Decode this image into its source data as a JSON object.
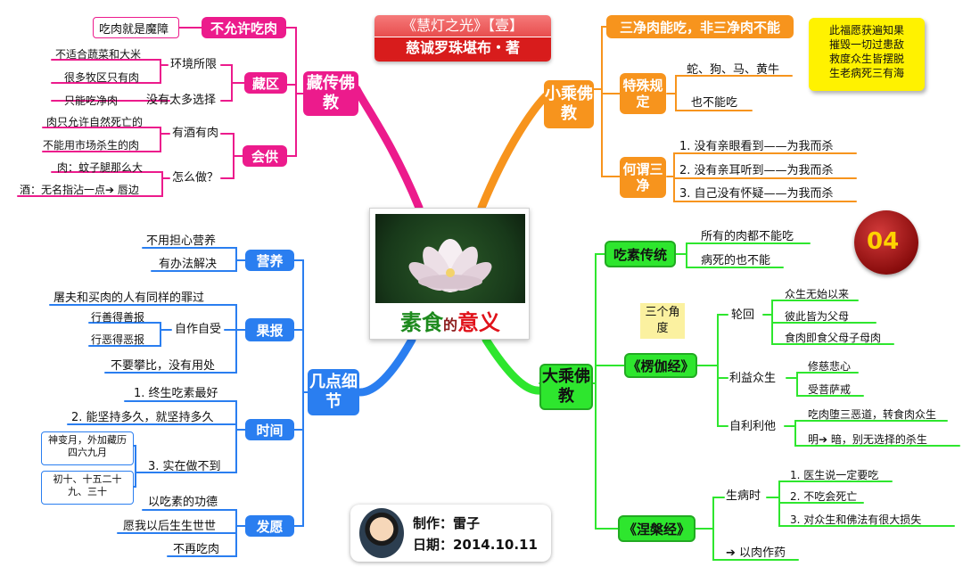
{
  "title": {
    "line1": "《慧灯之光》【壹】",
    "line2": "慈诚罗珠堪布・著"
  },
  "center": {
    "char1": "素",
    "char2": "食",
    "char3": "的",
    "char4": "意",
    "char5": "义"
  },
  "sticky_note": [
    "此福愿获遍知果",
    "摧毁一切过患敌",
    "救度众生皆摆脱",
    "生老病死三有海"
  ],
  "seal": "04",
  "author": {
    "maker": "制作：雷子",
    "date": "日期：2014.10.11"
  },
  "tibetan": {
    "label": "藏传佛教",
    "not_allowed": {
      "label": "不允许吃肉",
      "items": [
        "吃肉就是魔障"
      ]
    },
    "tibet": {
      "label": "藏区",
      "env": {
        "label": "环境所限",
        "items": [
          "不适合蔬菜和大米",
          "很多牧区只有肉"
        ]
      },
      "no_choice": {
        "label": "没有太多选择",
        "items": [
          "只能吃净肉"
        ]
      }
    },
    "offering": {
      "label": "会供",
      "meat_wine": {
        "label": "有酒有肉",
        "items": [
          "肉只允许自然死亡的",
          "不能用市场杀生的肉"
        ]
      },
      "how": {
        "label": "怎么做？",
        "items": [
          "肉：蚊子腿那么大",
          "酒：无名指沾一点➔ 唇边"
        ]
      }
    }
  },
  "hinayana": {
    "label": "小乘佛教",
    "three_pure": "三净肉能吃，非三净肉不能",
    "special": {
      "label": "特殊规定",
      "items": [
        "蛇、狗、马、黄牛",
        "也不能吃"
      ]
    },
    "what_pure": {
      "label": "何谓三净",
      "items": [
        "1. 没有亲眼看到——为我而杀",
        "2. 没有亲耳听到——为我而杀",
        "3. 自己没有怀疑——为我而杀"
      ]
    }
  },
  "mahayana": {
    "label": "大乘佛教",
    "tradition": {
      "label": "吃素传统",
      "items": [
        "所有的肉都不能吃",
        "病死的也不能"
      ]
    },
    "angle_note": "三个角度",
    "lankavatara": {
      "label": "《楞伽经》",
      "rebirth": {
        "label": "轮回",
        "items": [
          "众生无始以来",
          "彼此皆为父母",
          "食肉即食父母子母肉"
        ]
      },
      "benefit": {
        "label": "利益众生",
        "items": [
          "修慈悲心",
          "受菩萨戒"
        ]
      },
      "self_other": {
        "label": "自利利他",
        "items": [
          "吃肉堕三恶道，转食肉众生",
          "明➔ 暗，别无选择的杀生"
        ]
      }
    },
    "nirvana": {
      "label": "《涅槃经》",
      "sick": {
        "label": "生病时",
        "items": [
          "1. 医生说一定要吃",
          "2. 不吃会死亡",
          "3. 对众生和佛法有很大损失"
        ]
      },
      "medicine": "➔ 以肉作药"
    }
  },
  "details": {
    "label": "几点细节",
    "nutrition": {
      "label": "营养",
      "items": [
        "不用担心营养",
        "有办法解决"
      ]
    },
    "karma": {
      "label": "果报",
      "items": [
        "屠夫和买肉的人有同样的罪过",
        "不要攀比，没有用处"
      ],
      "self": {
        "label": "自作自受",
        "items": [
          "行善得善报",
          "行恶得恶报"
        ]
      }
    },
    "time": {
      "label": "时间",
      "items": [
        "1. 终生吃素最好",
        "2. 能坚持多久，就坚持多久",
        "3. 实在做不到"
      ],
      "notes": [
        "神变月，外加藏历四六九月",
        "初十、十五二十九、三十"
      ]
    },
    "vow": {
      "label": "发愿",
      "items": [
        "以吃素的功德",
        "愿我以后生生世世",
        "不再吃肉"
      ]
    }
  },
  "colors": {
    "pink": "#ec1b8c",
    "orange": "#f7941d",
    "green": "#2ee62e",
    "blue": "#2a7ef0"
  }
}
